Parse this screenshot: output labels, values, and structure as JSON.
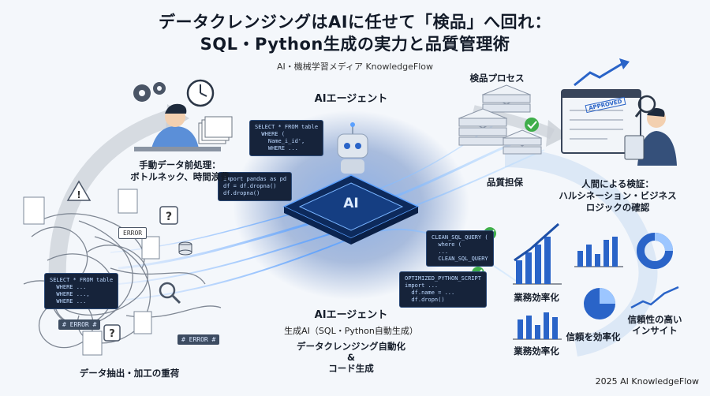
{
  "title_line1": "データクレンジングはAIに任せて「検品」へ回れ：",
  "title_line2": "SQL・Python生成の実力と品質管理術",
  "subtitle": "AI・機械学習メディア KnowledgeFlow",
  "manual_label_1": "手動データ前処理：",
  "manual_label_2": "ボトルネック、時間浪費",
  "burden_label": "データ抽出・加工の重荷",
  "agent_top_label": "AIエージェント",
  "chip_label": "AI",
  "agent_bottom_label": "AIエージェント",
  "agent_sub": "生成AI（SQL・Python自動生成）",
  "agent_desc_1": "データクレンジング自動化",
  "agent_desc_2": "&",
  "agent_desc_3": "コード生成",
  "inspection_label": "検品プロセス",
  "quality_label": "品質担保",
  "human_label_1": "人間による検証：",
  "human_label_2": "ハルシネーション・ビジネス",
  "human_label_3": "ロジックの確認",
  "stamp": "APPROVED",
  "result_1": "業務効率化",
  "result_2": "信頼性の高い",
  "result_3": "インサイト",
  "result_4": "業務効率化",
  "result_5": "信頼を効率化",
  "footer": "2025 AI KnowledgeFlow",
  "code_sql_left": "SELECT * FROM table\n  WHERE (\n    Name_i_id',\n    WHERE ...",
  "code_py_left": "import pandas as pd\ndf = df.dropna()\ndf.dropna()",
  "code_sql_mess": "SELECT * FROM table\n  WHERE ...\n  WHERE ...,\n  WHERE ...",
  "code_clean_sql": "CLEAN_SQL_QUERY (\n  where (\n  ...\n  CLEAN_SQL_QUERY",
  "code_opt_py": "OPTIMIZED_PYTHON_SCRIPT\nimport ...\n  df.name = ...\n  df.dropn()",
  "error_1": "# ERROR #",
  "error_2": "# ERROR #",
  "error_3": "ERROR",
  "colors": {
    "accent_blue": "#2a64c8",
    "green_check": "#3fae4a",
    "chip_dark": "#0d2a5c"
  }
}
